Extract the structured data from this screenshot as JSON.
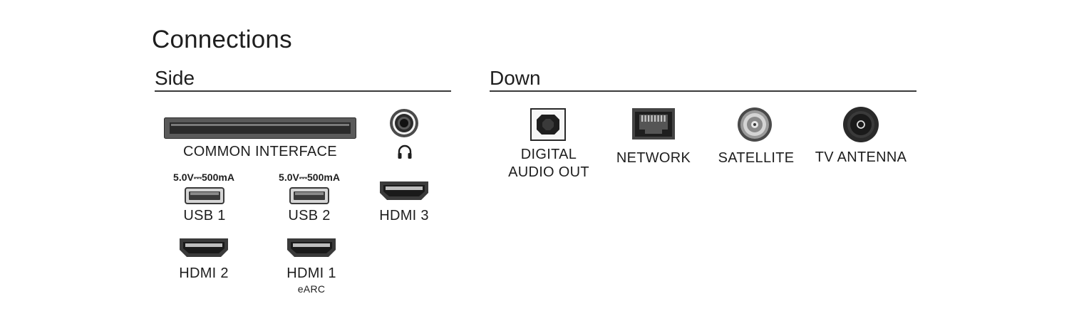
{
  "page": {
    "title": "Connections"
  },
  "side": {
    "title": "Side",
    "common_interface_label": "COMMON INTERFACE",
    "usb1": {
      "rating": "5.0V⎓500mA",
      "label": "USB 1"
    },
    "usb2": {
      "rating": "5.0V⎓500mA",
      "label": "USB 2"
    },
    "hdmi3_label": "HDMI 3",
    "hdmi2_label": "HDMI 2",
    "hdmi1_label": "HDMI 1",
    "hdmi1_sub": "eARC"
  },
  "down": {
    "title": "Down",
    "digital_audio_line1": "DIGITAL",
    "digital_audio_line2": "AUDIO OUT",
    "network_label": "NETWORK",
    "satellite_label": "SATELLITE",
    "antenna_label": "TV ANTENNA"
  },
  "icons": {
    "common_interface": "ci-slot-icon",
    "headphone_jack": "headphone-jack-icon",
    "headphones": "headphones-icon",
    "usb": "usb-port-icon",
    "hdmi": "hdmi-port-icon",
    "optical": "optical-port-icon",
    "ethernet": "ethernet-port-icon",
    "satellite": "satellite-connector-icon",
    "antenna": "antenna-connector-icon"
  }
}
